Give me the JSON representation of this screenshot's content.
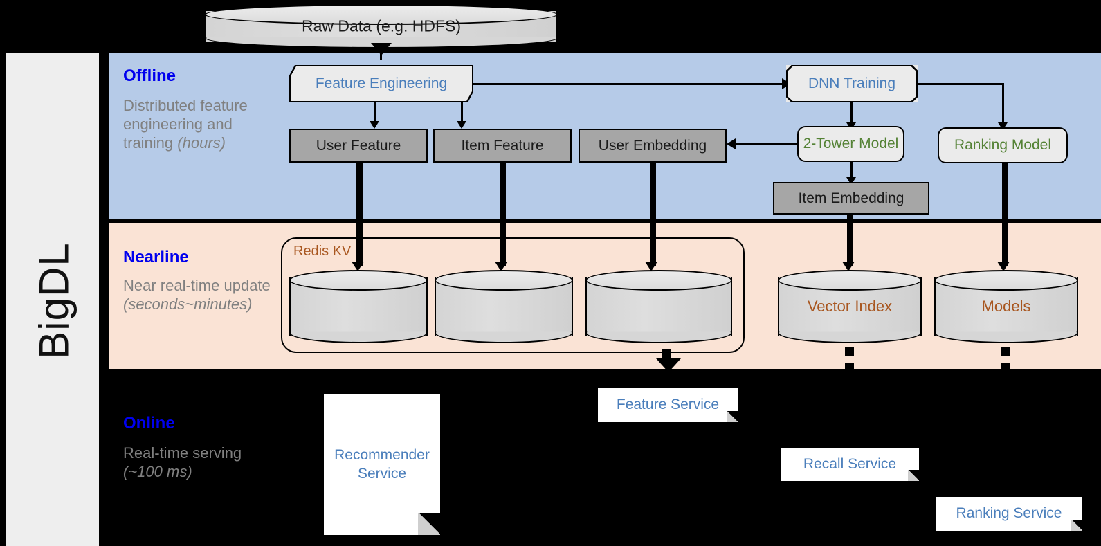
{
  "diagram": {
    "framework_label": "BigDL",
    "top_source": "Raw Data (e.g. HDFS)",
    "bands": [
      {
        "id": "offline",
        "title": "Offline",
        "description_line1": "Distributed feature engineering and training",
        "description_emphasis": "(hours)",
        "background_color": "#b6cbe8",
        "title_color": "#0000ee"
      },
      {
        "id": "nearline",
        "title": "Nearline",
        "description_line1": "Near real-time update",
        "description_emphasis": "(seconds~minutes)",
        "background_color": "#fae3d5",
        "title_color": "#0000ee"
      },
      {
        "id": "online",
        "title": "Online",
        "description_line1": "Real-time serving",
        "description_emphasis": "(~100 ms)",
        "background_color": "#000000",
        "title_color": "#0000ee"
      }
    ],
    "offline_nodes": {
      "feature_engineering": "Feature Engineering",
      "dnn_training": "DNN Training",
      "user_feature": "User Feature",
      "item_feature": "Item Feature",
      "user_embedding": "User Embedding",
      "two_tower_model": "2-Tower Model",
      "ranking_model": "Ranking Model",
      "item_embedding": "Item Embedding"
    },
    "nearline_nodes": {
      "redis_group": "Redis KV",
      "store_user_feature": "",
      "store_item_feature": "",
      "store_user_embedding": "",
      "vector_index": "Vector Index",
      "models": "Models"
    },
    "online_nodes": {
      "recommender_service": "Recommender Service",
      "feature_service": "Feature Service",
      "recall_service": "Recall Service",
      "ranking_service": "Ranking Service"
    },
    "colors": {
      "blue_text": "#4a7ebb",
      "green_text": "#548235",
      "brown_text": "#a8561f",
      "gray_box": "#a6a6a6",
      "light_box": "#ebebeb",
      "band_title": "#0000ee",
      "band_desc": "#808080"
    }
  }
}
